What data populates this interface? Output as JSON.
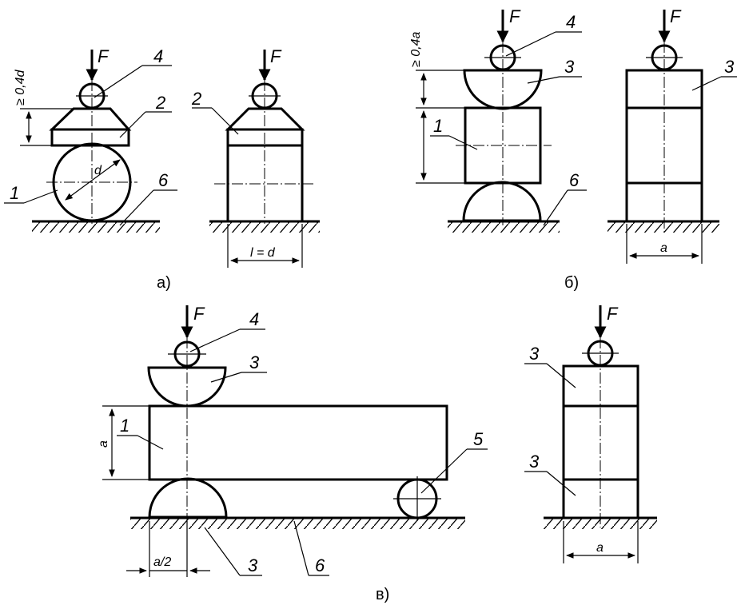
{
  "force_label": "F",
  "numbers": {
    "n1": "1",
    "n2": "2",
    "n3": "3",
    "n4": "4",
    "n5": "5",
    "n6": "6"
  },
  "dims": {
    "min_04d": "≥ 0,4d",
    "d": "d",
    "l_eq_d": "l = d",
    "min_04a": "≥ 0,4a",
    "a": "a",
    "a_half": "a/2"
  },
  "captions": {
    "a": "а)",
    "b": "б)",
    "c": "в)"
  }
}
